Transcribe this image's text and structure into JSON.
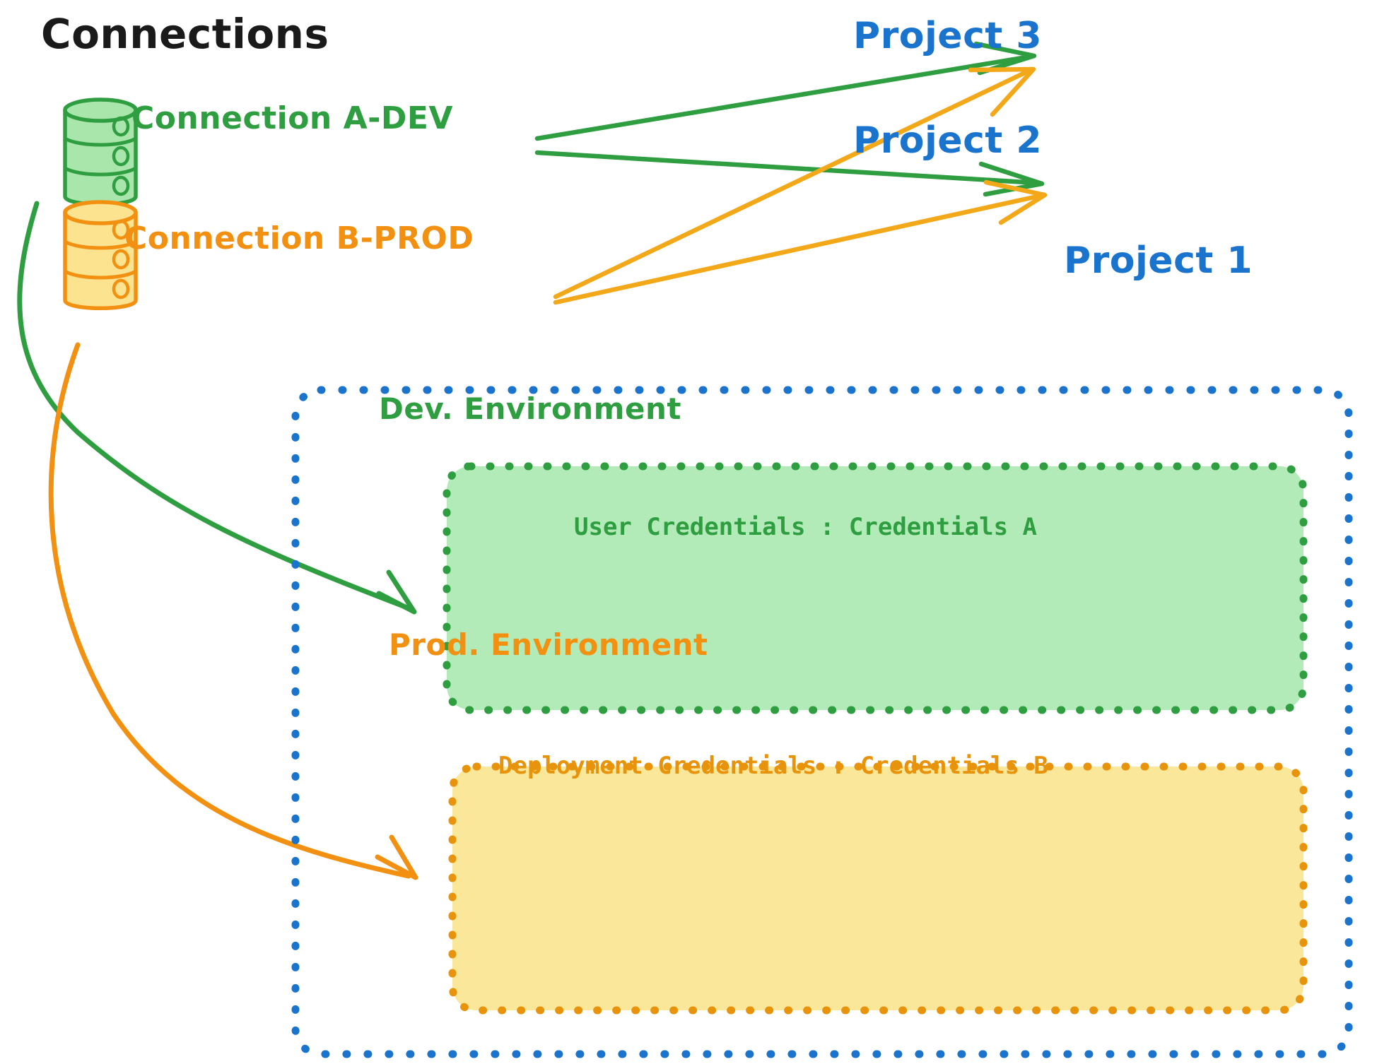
{
  "diagram": {
    "title": "Connections",
    "connections": [
      {
        "id": "conn-a-dev",
        "label": "Connection A-DEV",
        "icon": "database-cylinder-icon",
        "color": "#2f9e41",
        "fill": "#a8e6ac"
      },
      {
        "id": "conn-b-prod",
        "label": "Connection B-PROD",
        "icon": "database-cylinder-icon",
        "color": "#f29111",
        "fill": "#fce38f"
      }
    ],
    "projects": [
      {
        "id": "project-3",
        "label": "Project 3"
      },
      {
        "id": "project-2",
        "label": "Project 2"
      },
      {
        "id": "project-1",
        "label": "Project 1"
      }
    ],
    "environments": [
      {
        "id": "dev-environment",
        "title": "Dev. Environment",
        "credentials_label": "User Credentials",
        "credentials_value": "Credentials A",
        "credentials_line": "User Credentials : Credentials A",
        "color": "#2f9e41",
        "fill": "#b2ebb8"
      },
      {
        "id": "prod-environment",
        "title": "Prod. Environment",
        "credentials_label": "Deployment Credentials",
        "credentials_value": "Credentials B",
        "credentials_line": "Deployment Credentials : Credentials B",
        "color": "#e8930c",
        "fill": "#fae79a"
      }
    ],
    "edges": [
      {
        "id": "edge-a-dev-to-project-3",
        "from": "Connection A-DEV",
        "to": "Project 3",
        "color": "#2f9e41"
      },
      {
        "id": "edge-a-dev-to-project-2",
        "from": "Connection A-DEV",
        "to": "Project 2",
        "color": "#2f9e41"
      },
      {
        "id": "edge-a-dev-to-dev-environment",
        "from": "Connection A-DEV",
        "to": "Dev. Environment",
        "color": "#2f9e41"
      },
      {
        "id": "edge-b-prod-to-project-3",
        "from": "Connection B-PROD",
        "to": "Project 3",
        "color": "#f2a818"
      },
      {
        "id": "edge-b-prod-to-project-2",
        "from": "Connection B-PROD",
        "to": "Project 2",
        "color": "#f2a818"
      },
      {
        "id": "edge-b-prod-to-prod-environment",
        "from": "Connection B-PROD",
        "to": "Prod. Environment",
        "color": "#f29111"
      }
    ],
    "colors": {
      "green": "#2f9e41",
      "green_fill": "#b2ebb8",
      "orange": "#f29111",
      "orange_light": "#f2a818",
      "orange_fill": "#fae79a",
      "blue": "#1a73cc",
      "black": "#1a1a1a",
      "background": "#ffffff"
    },
    "project_1_boundary": {
      "id": "project-1-boundary",
      "style": "dotted",
      "color": "#1a73cc"
    }
  }
}
